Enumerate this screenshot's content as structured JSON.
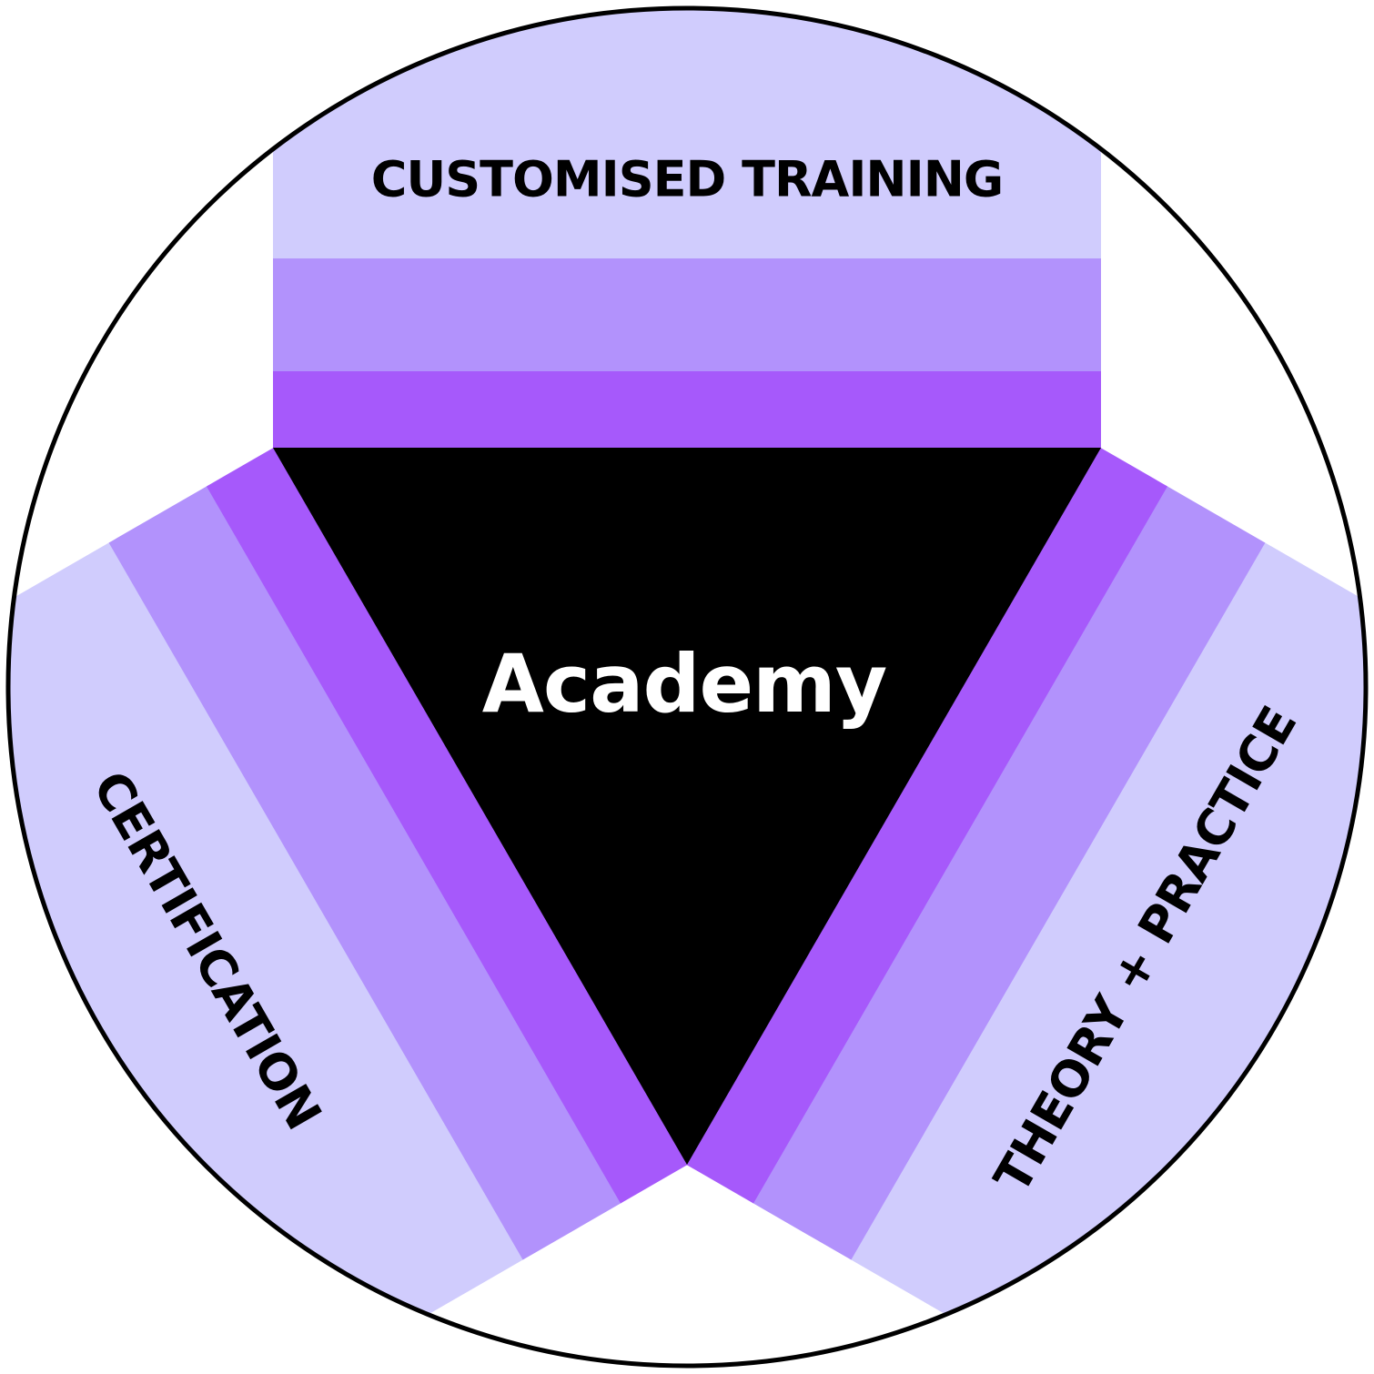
{
  "center": {
    "label": "Academy"
  },
  "segments": [
    {
      "id": "top",
      "label": "CUSTOMISED TRAINING"
    },
    {
      "id": "left",
      "label": "CERTIFICATION"
    },
    {
      "id": "right",
      "label": "THEORY + PRACTICE"
    }
  ],
  "colors": {
    "band_light": "#d0ccfd",
    "band_mid": "#b292fc",
    "band_dark": "#a659fb",
    "triangle": "#000000",
    "ring": "#000000",
    "background": "#ffffff"
  }
}
